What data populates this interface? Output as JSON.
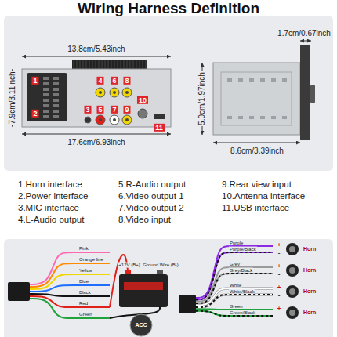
{
  "diagram": {
    "title": "Wiring Harness Definition",
    "labels": [
      "13.8cm/5.43inch",
      "7.9cm/3.11inch",
      "17.6cm/6.93inch",
      "1.7cm/0.67inch",
      "5.0cm/1.97inch",
      "8.6cm/3.39inch",
      "1",
      "2",
      "3",
      "4",
      "5",
      "6",
      "7",
      "8",
      "9",
      "10",
      "11",
      "1.Horn interface",
      "2.Power interface",
      "3.MIC interface",
      "4.L-Audio output",
      "5.R-Audio output",
      "6.Video output 1",
      "7.Video output 2",
      "8.Video input",
      "9.Rear view input",
      "10.Antenna interface",
      "11.USB interface",
      "Pink",
      "Orange line",
      "Yellow",
      "Blue",
      "Black",
      "Red",
      "Green",
      "+12V (B+)",
      "Ground Wire (B-)",
      "ACC",
      "Purple",
      "Purple/Black",
      "Grey",
      "Grey/Black",
      "White",
      "White/Black",
      "Green",
      "Green/Black",
      "+",
      "-",
      "Horn",
      "+",
      "-",
      "Horn",
      "+",
      "-",
      "Horn",
      "+",
      "-",
      "Horn"
    ]
  }
}
